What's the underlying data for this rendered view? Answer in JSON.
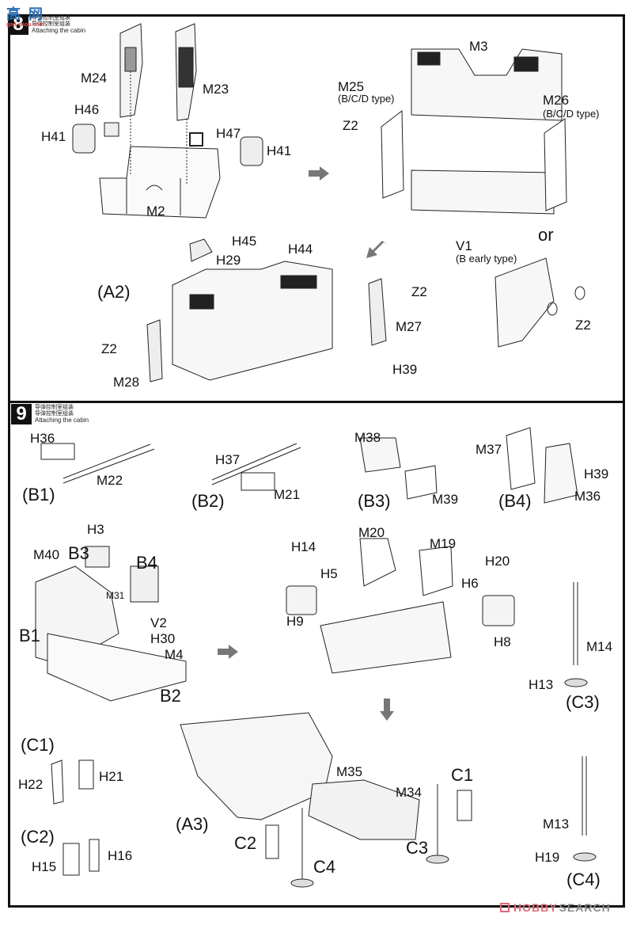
{
  "watermark_top": {
    "site_cn": "高网",
    "site_url": "gao-shou.com"
  },
  "watermark_bottom": {
    "brand_a": "HOBBY",
    "brand_b": "SEARCH",
    "color": "#d96b78"
  },
  "steps": [
    {
      "number": "8",
      "title_cn_1": "导弹控制室组装",
      "title_cn_2": "导弹控制室组装",
      "title_en": "Attaching the cabin",
      "labels": {
        "m24": "M24",
        "m23": "M23",
        "h46": "H46",
        "h47": "H47",
        "h41_left": "H41",
        "h41_right": "H41",
        "m2": "M2",
        "m3": "M3",
        "m25": "M25",
        "m25_note": "(B/C/D type)",
        "m26": "M26",
        "m26_note": "(B/C/D type)",
        "z2_top": "Z2",
        "a2": "(A2)",
        "h29": "H29",
        "h45": "H45",
        "h44": "H44",
        "z2_right": "Z2",
        "m27": "M27",
        "z2_left": "Z2",
        "m28": "M28",
        "h39": "H39",
        "or": "or",
        "v1": "V1",
        "v1_note": "(B early type)",
        "z2_v1": "Z2"
      }
    },
    {
      "number": "9",
      "title_cn_1": "导弹控制室组装",
      "title_cn_2": "导弹控制室组装",
      "title_en": "Attaching the cabin",
      "labels": {
        "h36": "H36",
        "m22": "M22",
        "b1": "(B1)",
        "h37": "H37",
        "m21": "M21",
        "b2": "(B2)",
        "m38": "M38",
        "m39": "M39",
        "b3": "(B3)",
        "m37": "M37",
        "h39": "H39",
        "m36": "M36",
        "b4": "(B4)",
        "h3": "H3",
        "m40": "M40",
        "b3_ref": "B3",
        "b4_ref": "B4",
        "m31": "M31",
        "v2": "V2",
        "b1_ref": "B1",
        "h30": "H30",
        "m4": "M4",
        "b2_ref": "B2",
        "h14": "H14",
        "h5": "H5",
        "h9": "H9",
        "m20": "M20",
        "m19": "M19",
        "h20": "H20",
        "h6": "H6",
        "h8": "H8",
        "m14": "M14",
        "h13": "H13",
        "c3": "(C3)",
        "c1": "(C1)",
        "h22": "H22",
        "h21": "H21",
        "c2": "(C2)",
        "h15": "H15",
        "h16": "H16",
        "a3": "(A3)",
        "m35": "M35",
        "m34": "M34",
        "c1_ref": "C1",
        "c2_ref": "C2",
        "c3_ref": "C3",
        "c4_ref": "C4",
        "m13": "M13",
        "h19": "H19",
        "c4": "(C4)"
      }
    }
  ]
}
